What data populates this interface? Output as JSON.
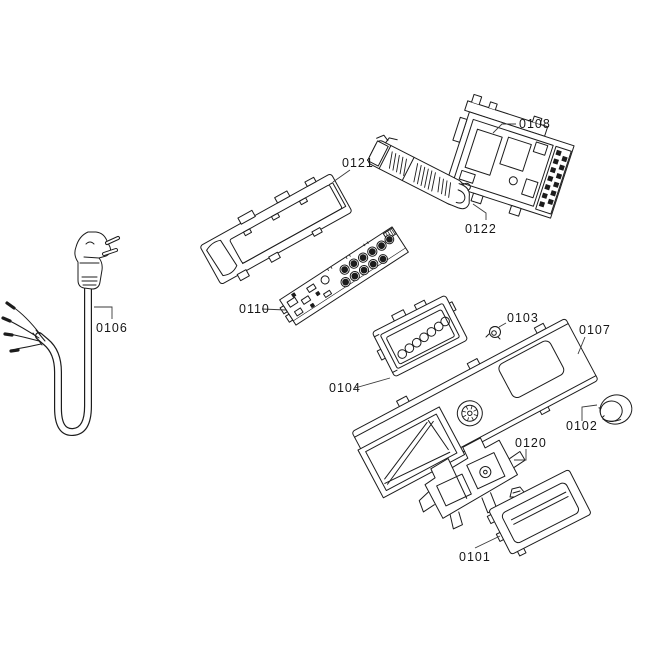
{
  "diagram": {
    "background": "#ffffff",
    "line_color": "#1c1c1c",
    "label_color": "#161616",
    "parts": [
      {
        "label": "0106"
      },
      {
        "label": "0121"
      },
      {
        "label": "0110"
      },
      {
        "label": "0122"
      },
      {
        "label": "0108"
      },
      {
        "label": "0104"
      },
      {
        "label": "0103"
      },
      {
        "label": "0107"
      },
      {
        "label": "0102"
      },
      {
        "label": "0120"
      },
      {
        "label": "0101"
      }
    ]
  }
}
